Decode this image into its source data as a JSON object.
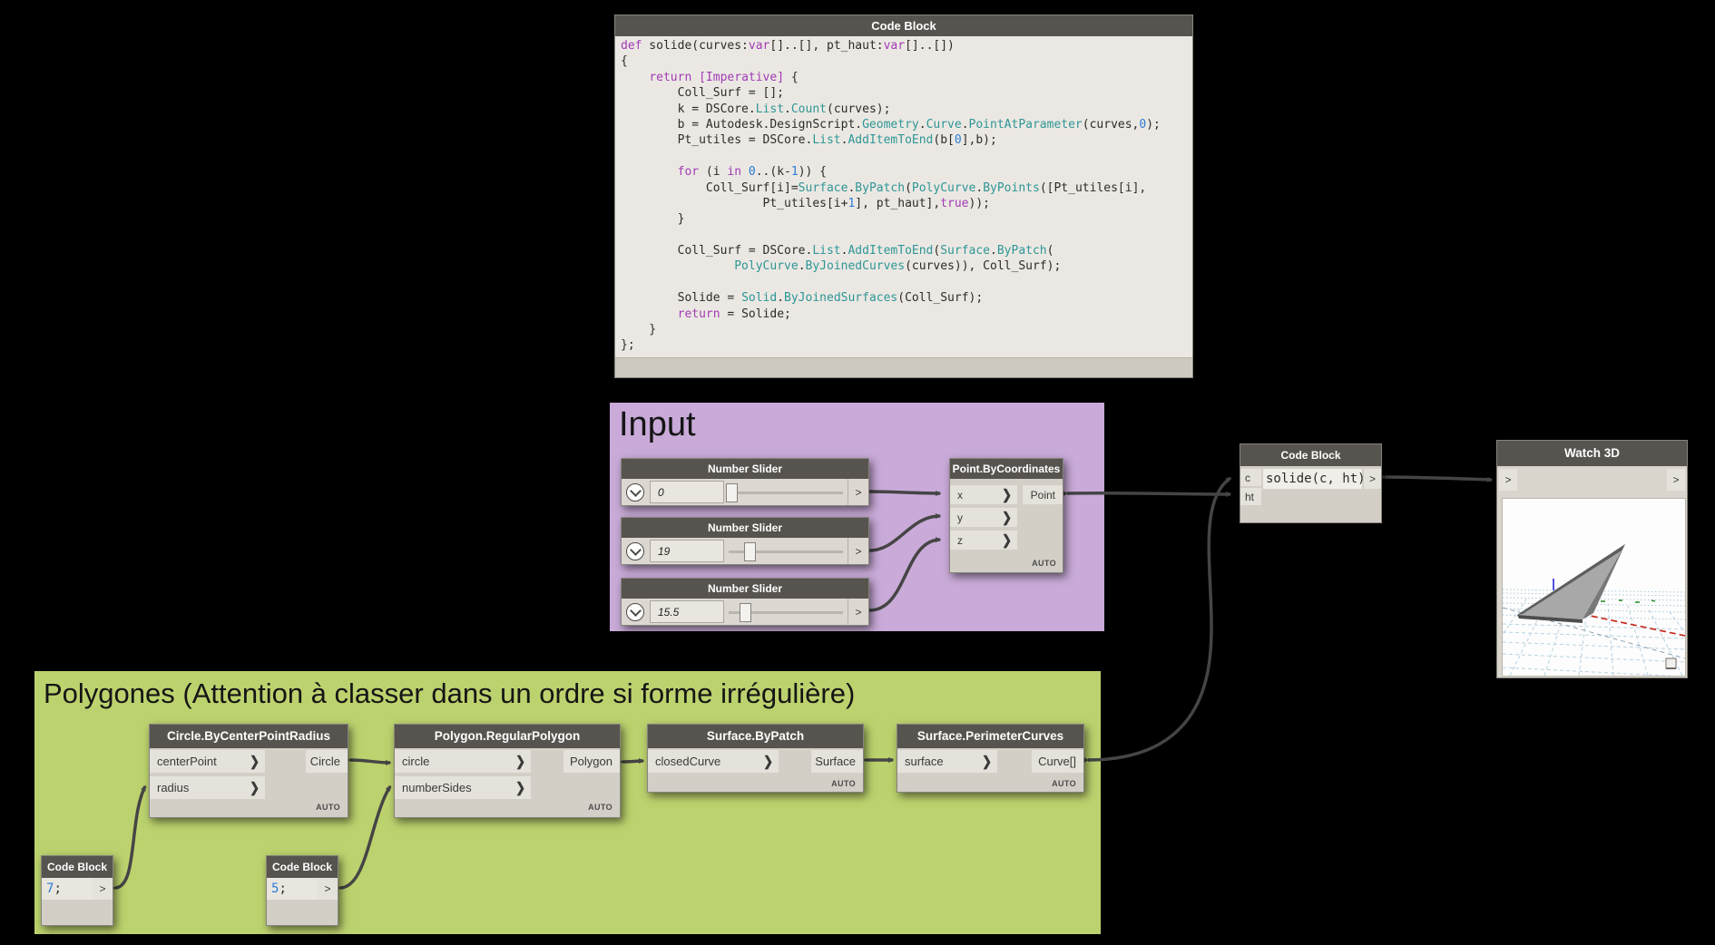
{
  "colors": {
    "canvas_bg": "#000000",
    "node_header_bg": "#57544f",
    "node_body": "#d3cfc7",
    "port_bg": "#e5e2db",
    "value_box": "#e9e6e0",
    "code_bg": "#ebe8e3",
    "code_footer_bg": "#cdc9c0",
    "group_input": "#c9aad8",
    "group_polygons": "#bcd26e",
    "wire": "#454545",
    "syntax_keyword": "#a13bb5",
    "syntax_type": "#2e9696",
    "syntax_number": "#2b7bd4",
    "syntax_plain": "#2e2b28",
    "auto_text": "#4c4c4c",
    "axis_red": "#c42b1c",
    "grid_blue": "#aac8dc",
    "shape_gray": "#a8a8a8",
    "shape_dark": "#5e5e5e"
  },
  "labels": {
    "auto": "AUTO"
  },
  "icons": {
    "input_chevron": "❯",
    "output_port": ">",
    "slider_expand": "chevron-down"
  },
  "groups": {
    "input": {
      "title": "Input"
    },
    "polygons": {
      "title": "Polygones (Attention à classer dans un ordre si forme irrégulière)"
    }
  },
  "code_block_large": {
    "title": "Code Block",
    "lines": [
      [
        [
          "kw",
          "def"
        ],
        [
          "pl",
          " solide(curves:"
        ],
        [
          "kw",
          "var"
        ],
        [
          "pl",
          "[]..[], pt_haut:"
        ],
        [
          "kw",
          "var"
        ],
        [
          "pl",
          "[]..[])"
        ]
      ],
      [
        [
          "pl",
          "{"
        ]
      ],
      [
        [
          "pl",
          "    "
        ],
        [
          "kw",
          "return"
        ],
        [
          "pl",
          " "
        ],
        [
          "kw",
          "[Imperative]"
        ],
        [
          "pl",
          " {"
        ]
      ],
      [
        [
          "pl",
          "        Coll_Surf = [];"
        ]
      ],
      [
        [
          "pl",
          "        k = DSCore."
        ],
        [
          "ty",
          "List"
        ],
        [
          "pl",
          "."
        ],
        [
          "ty",
          "Count"
        ],
        [
          "pl",
          "(curves);"
        ]
      ],
      [
        [
          "pl",
          "        b = Autodesk.DesignScript."
        ],
        [
          "ty",
          "Geometry"
        ],
        [
          "pl",
          "."
        ],
        [
          "ty",
          "Curve"
        ],
        [
          "pl",
          "."
        ],
        [
          "ty",
          "PointAtParameter"
        ],
        [
          "pl",
          "(curves,"
        ],
        [
          "nu",
          "0"
        ],
        [
          "pl",
          ");"
        ]
      ],
      [
        [
          "pl",
          "        Pt_utiles = DSCore."
        ],
        [
          "ty",
          "List"
        ],
        [
          "pl",
          "."
        ],
        [
          "ty",
          "AddItemToEnd"
        ],
        [
          "pl",
          "(b["
        ],
        [
          "nu",
          "0"
        ],
        [
          "pl",
          "],b);"
        ]
      ],
      [],
      [
        [
          "pl",
          "        "
        ],
        [
          "kw",
          "for"
        ],
        [
          "pl",
          " (i "
        ],
        [
          "kw",
          "in"
        ],
        [
          "pl",
          " "
        ],
        [
          "nu",
          "0"
        ],
        [
          "pl",
          "..(k-"
        ],
        [
          "nu",
          "1"
        ],
        [
          "pl",
          ")) {"
        ]
      ],
      [
        [
          "pl",
          "            Coll_Surf[i]="
        ],
        [
          "ty",
          "Surface"
        ],
        [
          "pl",
          "."
        ],
        [
          "ty",
          "ByPatch"
        ],
        [
          "pl",
          "("
        ],
        [
          "ty",
          "PolyCurve"
        ],
        [
          "pl",
          "."
        ],
        [
          "ty",
          "ByPoints"
        ],
        [
          "pl",
          "([Pt_utiles[i],"
        ]
      ],
      [
        [
          "pl",
          "                    Pt_utiles[i+"
        ],
        [
          "nu",
          "1"
        ],
        [
          "pl",
          "], pt_haut],"
        ],
        [
          "kw",
          "true"
        ],
        [
          "pl",
          "));"
        ]
      ],
      [
        [
          "pl",
          "        }"
        ]
      ],
      [],
      [
        [
          "pl",
          "        Coll_Surf = DSCore."
        ],
        [
          "ty",
          "List"
        ],
        [
          "pl",
          "."
        ],
        [
          "ty",
          "AddItemToEnd"
        ],
        [
          "pl",
          "("
        ],
        [
          "ty",
          "Surface"
        ],
        [
          "pl",
          "."
        ],
        [
          "ty",
          "ByPatch"
        ],
        [
          "pl",
          "("
        ]
      ],
      [
        [
          "pl",
          "                "
        ],
        [
          "ty",
          "PolyCurve"
        ],
        [
          "pl",
          "."
        ],
        [
          "ty",
          "ByJoinedCurves"
        ],
        [
          "pl",
          "(curves)), Coll_Surf);"
        ]
      ],
      [],
      [
        [
          "pl",
          "        Solide = "
        ],
        [
          "ty",
          "Solid"
        ],
        [
          "pl",
          "."
        ],
        [
          "ty",
          "ByJoinedSurfaces"
        ],
        [
          "pl",
          "(Coll_Surf);"
        ]
      ],
      [
        [
          "pl",
          "        "
        ],
        [
          "kw",
          "return"
        ],
        [
          "pl",
          " = Solide;"
        ]
      ],
      [
        [
          "pl",
          "    }"
        ]
      ],
      [
        [
          "pl",
          "};"
        ]
      ]
    ]
  },
  "sliders": [
    {
      "title": "Number Slider",
      "value": "0"
    },
    {
      "title": "Number Slider",
      "value": "19"
    },
    {
      "title": "Number Slider",
      "value": "15.5"
    }
  ],
  "nodes": {
    "point": {
      "title": "Point.ByCoordinates",
      "inputs": [
        "x",
        "y",
        "z"
      ],
      "output": "Point"
    },
    "solide_block": {
      "title": "Code Block",
      "inputs": [
        "c",
        "ht"
      ],
      "code": "solide(c, ht);"
    },
    "watch3d": {
      "title": "Watch 3D"
    },
    "circle": {
      "title": "Circle.ByCenterPointRadius",
      "inputs": [
        "centerPoint",
        "radius"
      ],
      "output": "Circle"
    },
    "polygon": {
      "title": "Polygon.RegularPolygon",
      "inputs": [
        "circle",
        "numberSides"
      ],
      "output": "Polygon"
    },
    "bypatch": {
      "title": "Surface.ByPatch",
      "inputs": [
        "closedCurve"
      ],
      "output": "Surface"
    },
    "perimeter": {
      "title": "Surface.PerimeterCurves",
      "inputs": [
        "surface"
      ],
      "output": "Curve[]"
    },
    "cb7": {
      "title": "Code Block",
      "num": "7",
      "rest": ";"
    },
    "cb5": {
      "title": "Code Block",
      "num": "5",
      "rest": ";"
    }
  }
}
